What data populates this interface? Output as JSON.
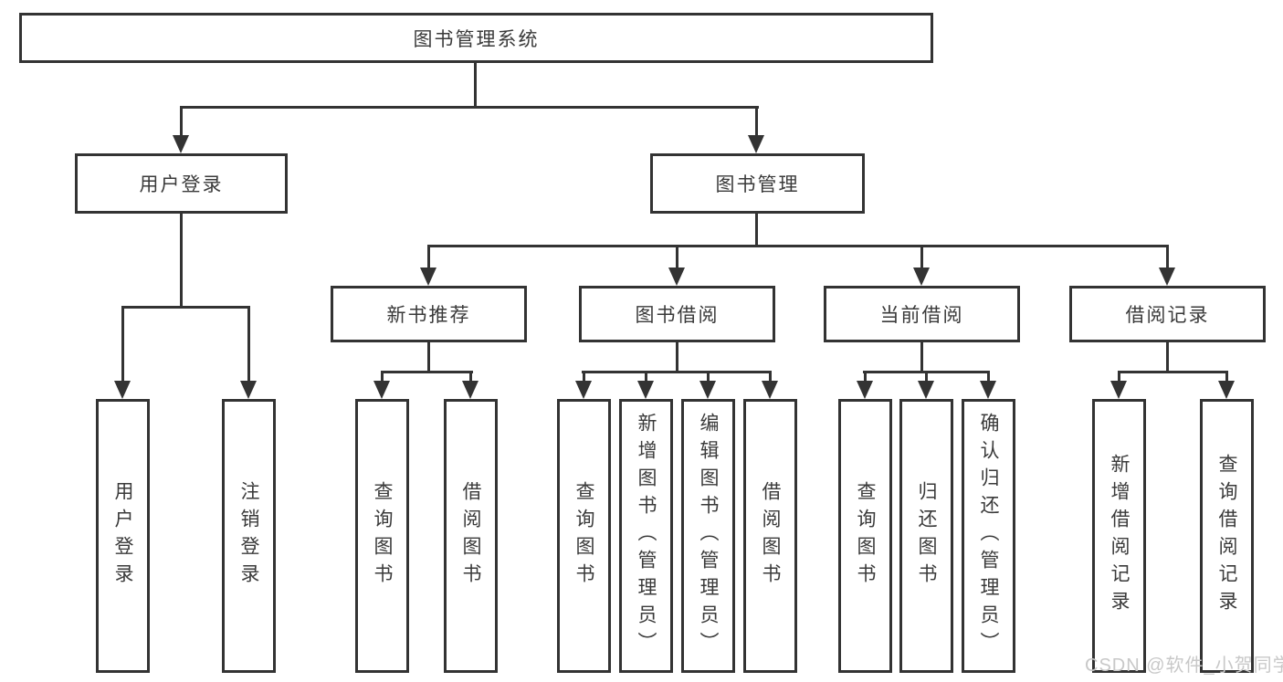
{
  "nodes": {
    "root": "图书管理系统",
    "userLogin": "用户登录",
    "bookMgmt": "图书管理",
    "level2": [
      "新书推荐",
      "图书借阅",
      "当前借阅",
      "借阅记录"
    ],
    "leaves": {
      "userLogin": [
        "用户登录",
        "注销登录"
      ],
      "newBook": [
        "查询图书",
        "借阅图书"
      ],
      "bookBorrow": [
        "查询图书",
        "新增图书（管理员）",
        "编辑图书（管理员）",
        "借阅图书"
      ],
      "currentBorrow": [
        "查询图书",
        "归还图书",
        "确认归还（管理员）"
      ],
      "borrowRecord": [
        "新增借阅记录",
        "查询借阅记录"
      ]
    }
  },
  "watermark": "CSDN @软件_小贺同学",
  "colors": {
    "line": "#333333",
    "box_background": "#ffffff",
    "text": "#3a3a3a",
    "watermark": "#c8c8c8"
  }
}
